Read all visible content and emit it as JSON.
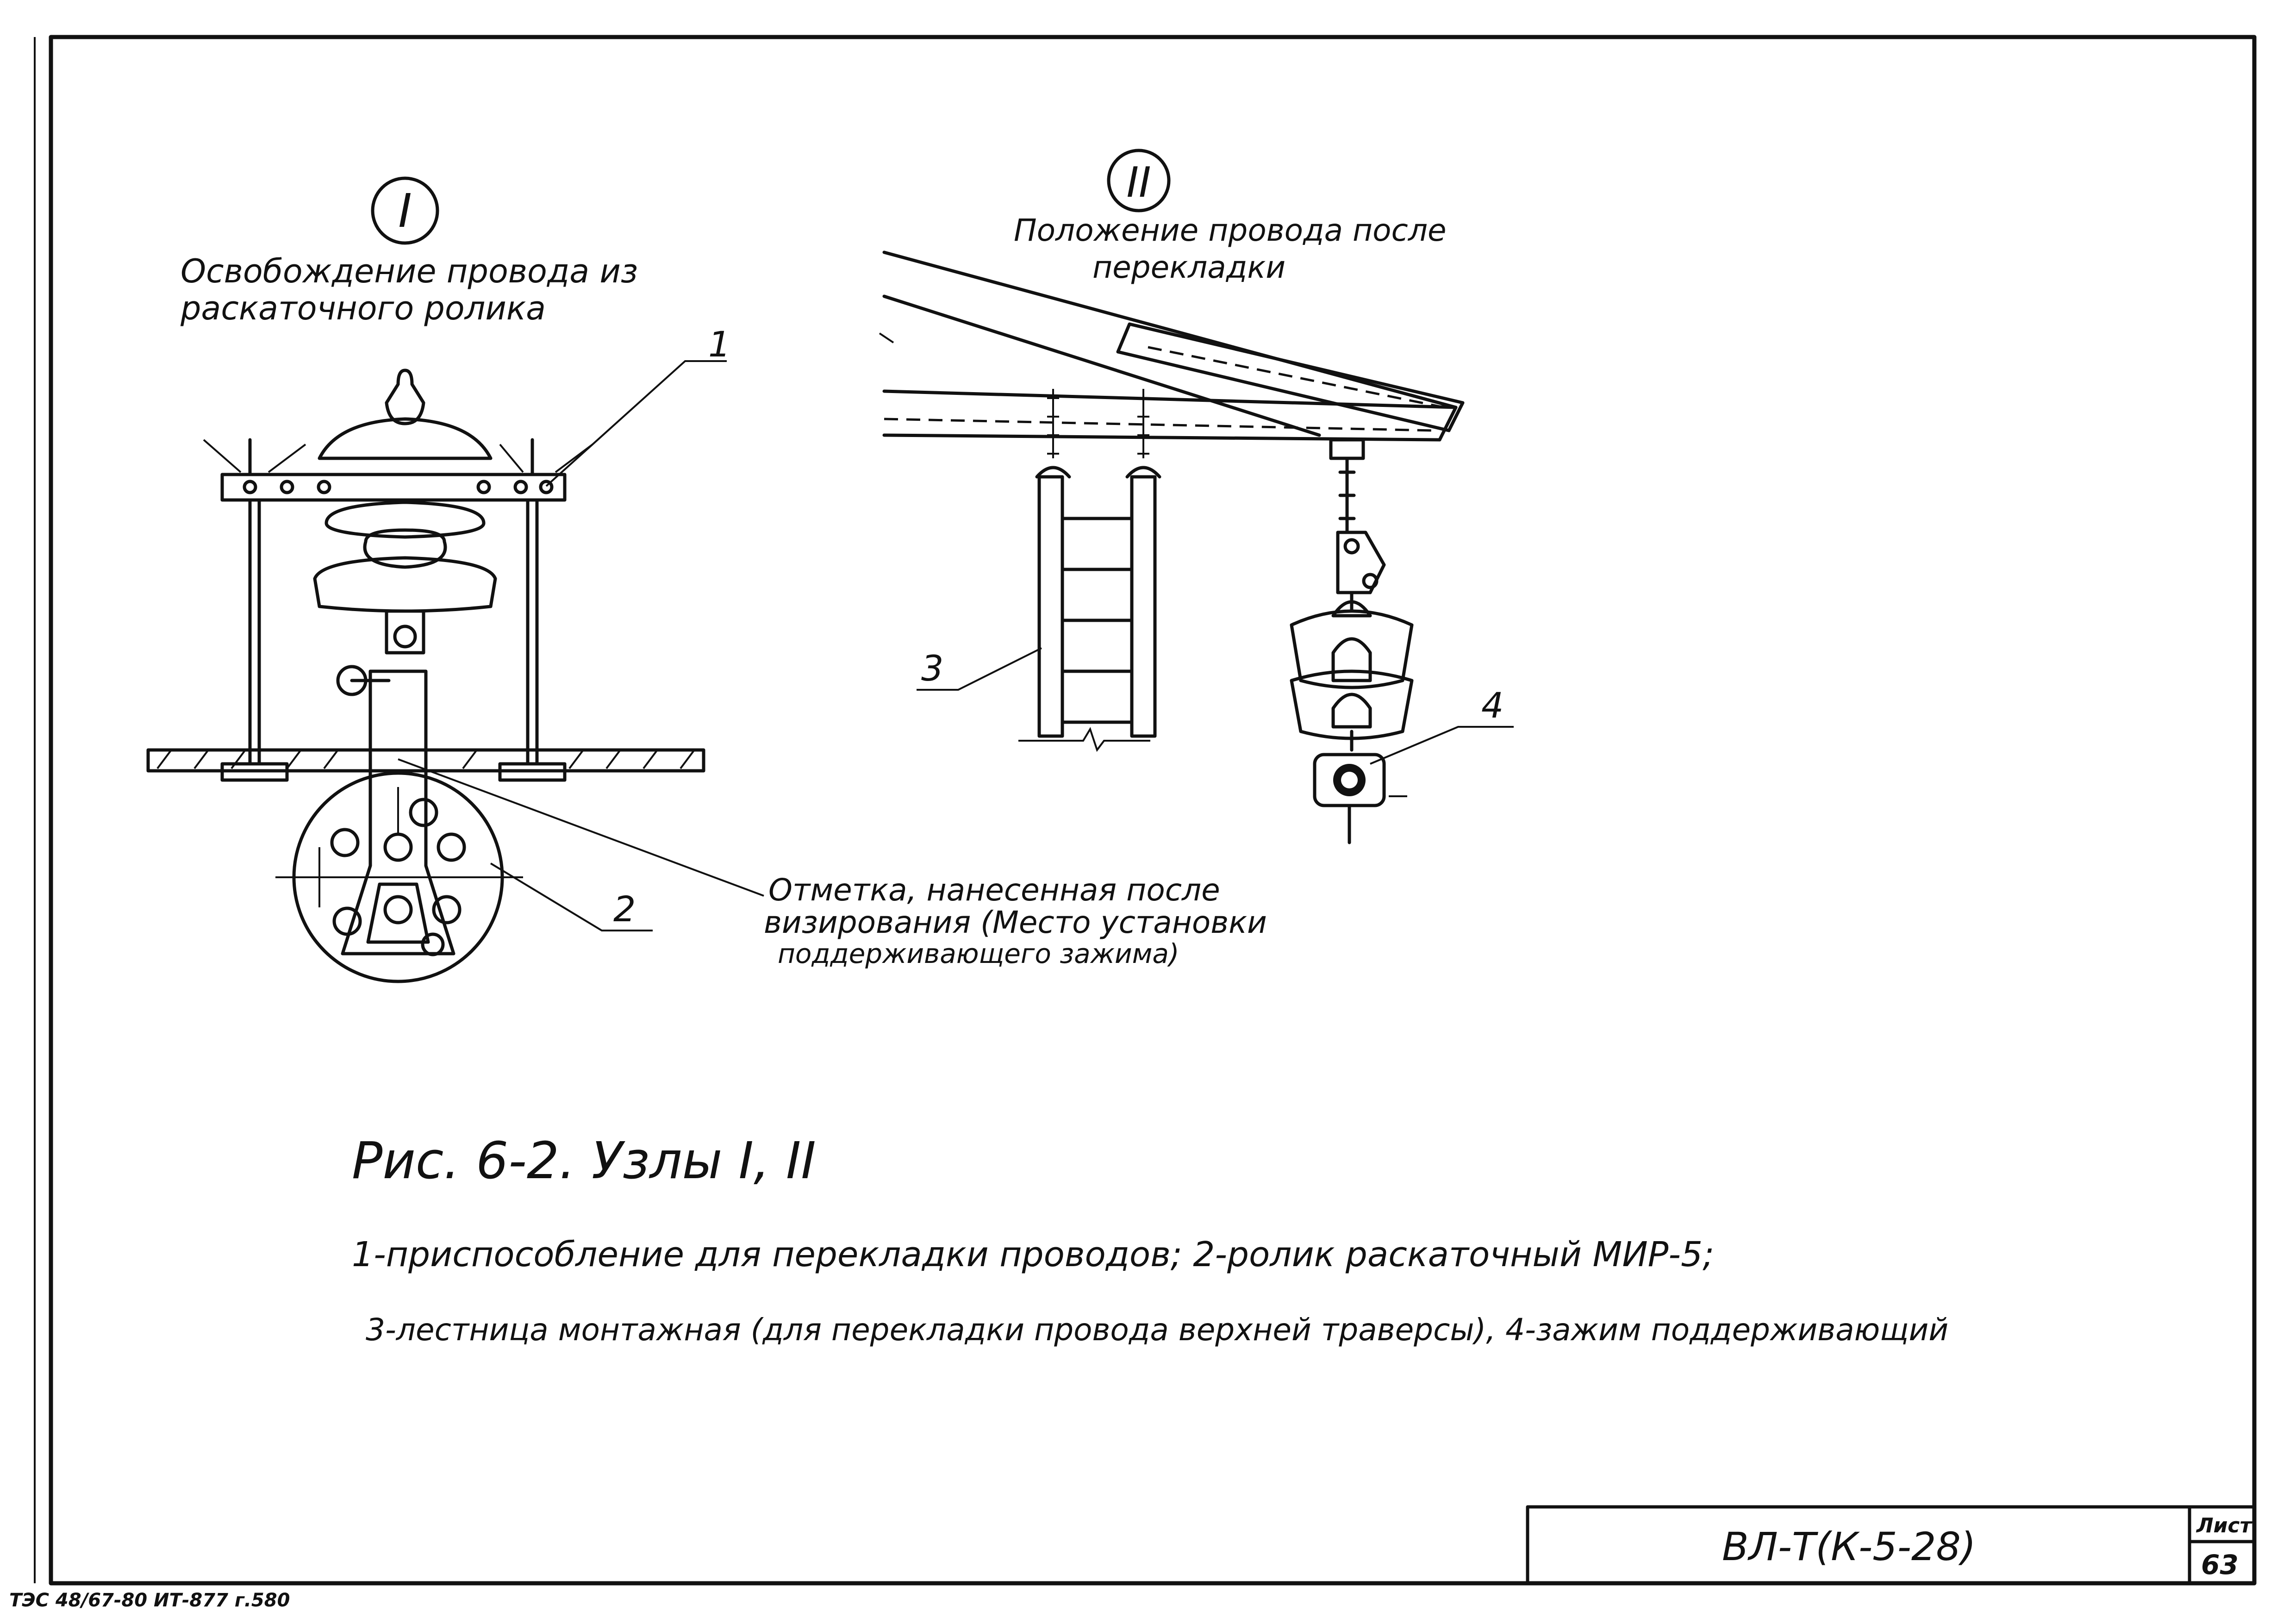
{
  "node1": {
    "mark": "I",
    "title_line1": "Освобождение провода из",
    "title_line2": "раскаточного ролика",
    "callout_1": "1",
    "callout_2": "2"
  },
  "node2": {
    "mark": "II",
    "title_line1": "Положение провода после",
    "title_line2": "перекладки",
    "callout_3": "3",
    "callout_4": "4"
  },
  "note": {
    "line1": "Отметка, нанесенная после",
    "line2": "визирования (Место установки",
    "line3": "поддерживающего зажима)"
  },
  "figure": {
    "caption": "Рис. 6-2. Узлы I, II"
  },
  "legend": {
    "line1": "1-приспособление для перекладки проводов; 2-ролик раскаточный МИР-5;",
    "line2": "3-лестница монтажная (для перекладки провода верхней траверсы), 4-зажим поддерживающий"
  },
  "stamp": {
    "code": "ВЛ-Т(К-5-28)",
    "sheet_label": "Лист",
    "sheet_number": "63"
  },
  "footer": {
    "reference": "ТЭС 48/67-80 ИТ-877 г.580"
  },
  "colors": {
    "ink": "#111111",
    "paper": "#ffffff"
  }
}
